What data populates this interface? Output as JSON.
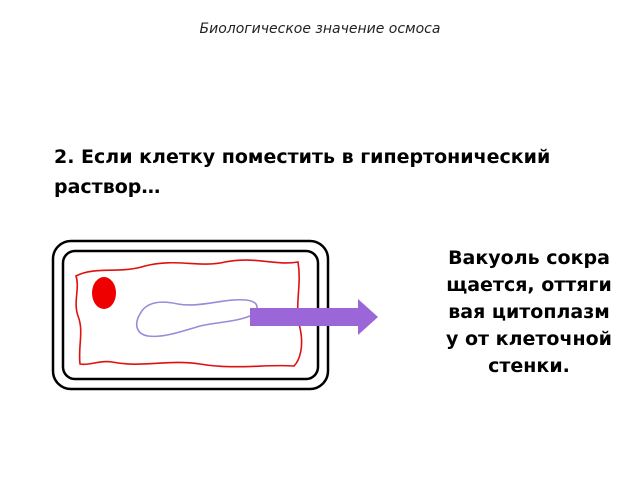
{
  "slide": {
    "title": "Биологическое значение осмоса",
    "statement": "2. Если клетку поместить в гипертонический раствор…",
    "caption": "Вакуоль сокращается, оттягивая цитоплазму от клеточной стенки."
  },
  "colors": {
    "cell_wall": "#000000",
    "cytoplasm_membrane": "#e01010",
    "nucleus": "#ee0000",
    "vacuole": "#9a8ad8",
    "arrow": "#9a66d8"
  }
}
